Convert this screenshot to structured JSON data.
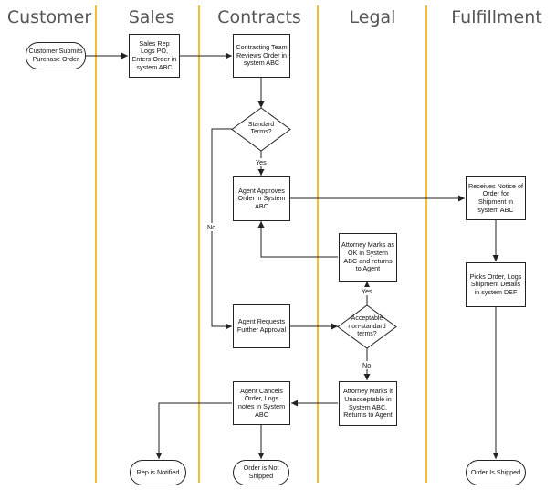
{
  "lanes": {
    "customer": "Customer",
    "sales": "Sales",
    "contracts": "Contracts",
    "legal": "Legal",
    "fulfillment": "Fulfillment"
  },
  "nodes": {
    "customer_submits": "Customer Submits Purchase Order",
    "sales_rep_logs": "Sales Rep Logs PO, Enters Order in system ABC",
    "contracting_team": "Contracting Team Reviews Order in system ABC",
    "standard_terms": "Standard Terms?",
    "agent_approves": "Agent Approves Order in System ABC",
    "receives_notice": "Receives Notice of Order for Shipment in system ABC",
    "attorney_ok": "Attorney Marks as OK in System ABC and returns to Agent",
    "picks_order": "Picks Order, Logs Shipment Details in system DEF",
    "agent_requests": "Agent Requests Further Approval",
    "acceptable": "Acceptable non-standard terms?",
    "attorney_unacceptable": "Attorney Marks it Unacceptable in System ABC, Returns to Agent",
    "agent_cancels": "Agent Cancels Order, Logs notes in System ABC",
    "rep_notified": "Rep is Notified",
    "order_not_shipped": "Order is Not Shipped",
    "order_shipped": "Order Is Shipped"
  },
  "flow_labels": {
    "yes_standard": "Yes",
    "no_standard": "No",
    "yes_acceptable": "Yes",
    "no_acceptable": "No"
  }
}
